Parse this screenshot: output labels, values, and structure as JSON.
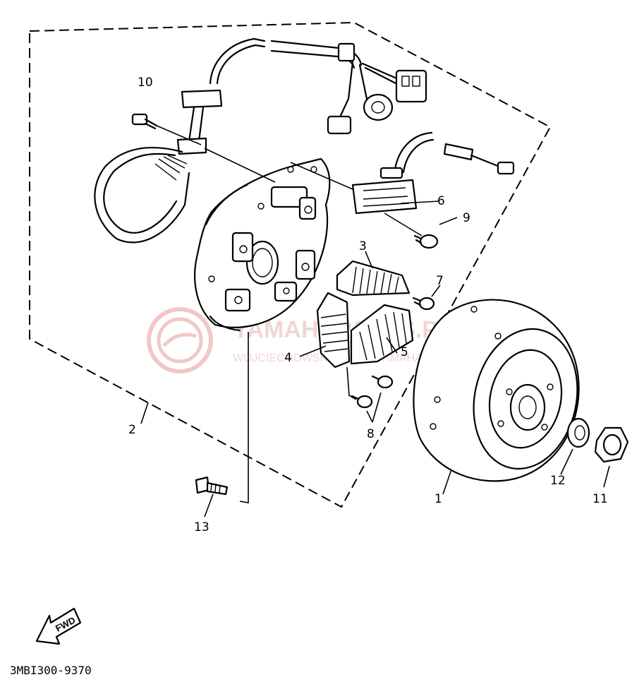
{
  "diagram": {
    "code": "3MBI300-9370",
    "fwd_label": "FWD",
    "watermark": {
      "line1": "YAMAHAPARTS.PL",
      "line2": "WOJCIECHOWSKI & ALEX YAMAHA"
    },
    "callouts": [
      {
        "id": "1",
        "text": "1"
      },
      {
        "id": "2",
        "text": "2"
      },
      {
        "id": "3",
        "text": "3"
      },
      {
        "id": "4",
        "text": "4"
      },
      {
        "id": "5",
        "text": "5"
      },
      {
        "id": "6",
        "text": "6"
      },
      {
        "id": "7",
        "text": "7"
      },
      {
        "id": "8",
        "text": "8"
      },
      {
        "id": "9",
        "text": "9"
      },
      {
        "id": "10",
        "text": "10"
      },
      {
        "id": "11",
        "text": "11"
      },
      {
        "id": "12",
        "text": "12"
      },
      {
        "id": "13",
        "text": "13"
      }
    ]
  }
}
